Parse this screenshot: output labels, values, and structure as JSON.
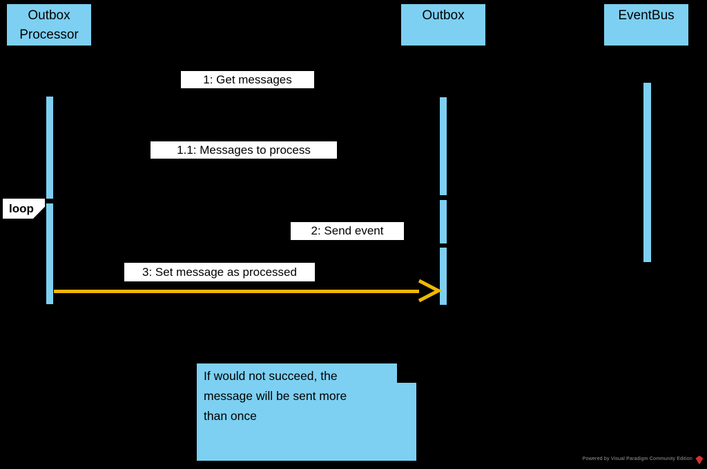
{
  "diagram": {
    "type": "uml-sequence",
    "actors": [
      {
        "name": "Outbox Processor"
      },
      {
        "name": "Outbox"
      },
      {
        "name": "EventBus"
      }
    ],
    "messages": [
      {
        "label": "1: Get messages"
      },
      {
        "label": "1.1: Messages to process"
      },
      {
        "label": "2: Send event"
      },
      {
        "label": "3: Set message as processed"
      }
    ],
    "fragment": {
      "operator": "loop"
    },
    "note": {
      "text": "If would not succeed, the\nmessage will be sent more\nthan once"
    },
    "watermark": {
      "text": "Powered by Visual Paradigm Community Edition"
    },
    "colors": {
      "background": "#000000",
      "actor_fill": "#7DD0F2",
      "note_fill": "#7DD0F2",
      "label_bg": "#FFFFFF",
      "highlight_arrow": "#F2B705",
      "watermark_red": "#D63230",
      "watermark_gray": "#9A9A9A"
    }
  }
}
